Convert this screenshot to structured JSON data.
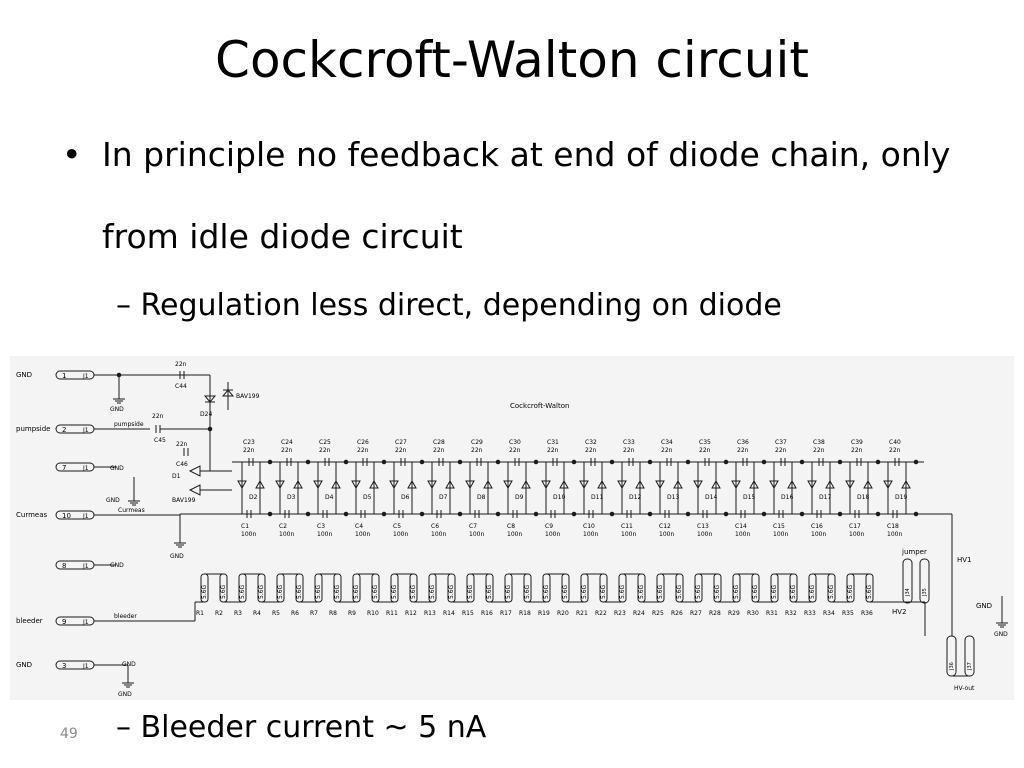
{
  "slide": {
    "title": "Cockcroft-Walton circuit",
    "bullet_marker": "•",
    "bullet": "In principle no feedback at end of diode chain, only from idle diode circuit",
    "sub_items": [
      "– Regulation less direct, depending on diode",
      "– Bleeder current ~ 5 nA"
    ],
    "page_number": "49"
  },
  "schematic": {
    "sheet_title": "Cockcroft-Walton",
    "connector_labels": [
      "GND",
      "pumpside",
      "",
      "Curmeas",
      "",
      "bleeder",
      "GND"
    ],
    "connector_pins": [
      "1",
      "2",
      "7",
      "10",
      "8",
      "9",
      "3"
    ],
    "connector_ref": "J1",
    "net_labels": {
      "gnd": "GND",
      "pumpside": "pumpside",
      "curmeas": "Curmeas",
      "bleeder": "bleeder",
      "hv1": "HV1",
      "hv2": "HV2",
      "hvout": "HV-out",
      "jumper": "jumper"
    },
    "input_parts": {
      "c44_value": "22n",
      "c44_ref": "C44",
      "c45_value": "22n",
      "c45_ref": "C45",
      "c46_value": "22n",
      "c46_ref": "C46",
      "d1_ref": "D1",
      "d24_ref": "D24",
      "diode_type": "BAV199"
    },
    "top_caps": [
      "C23",
      "C24",
      "C25",
      "C26",
      "C27",
      "C28",
      "C29",
      "C30",
      "C31",
      "C32",
      "C33",
      "C34",
      "C35",
      "C36",
      "C37",
      "C38",
      "C39",
      "C40"
    ],
    "top_cap_value": "22n",
    "diodes": [
      "D2",
      "D3",
      "D4",
      "D5",
      "D6",
      "D7",
      "D8",
      "D9",
      "D10",
      "D11",
      "D12",
      "D13",
      "D14",
      "D15",
      "D16",
      "D17",
      "D18",
      "D19"
    ],
    "bottom_caps": [
      "C1",
      "C2",
      "C3",
      "C4",
      "C5",
      "C6",
      "C7",
      "C8",
      "C9",
      "C10",
      "C11",
      "C12",
      "C13",
      "C14",
      "C15",
      "C16",
      "C17",
      "C18"
    ],
    "bottom_cap_value": "100n",
    "resistors": [
      "R1",
      "R2",
      "R3",
      "R4",
      "R5",
      "R6",
      "R7",
      "R8",
      "R9",
      "R10",
      "R11",
      "R12",
      "R13",
      "R14",
      "R15",
      "R16",
      "R17",
      "R18",
      "R19",
      "R20",
      "R21",
      "R22",
      "R23",
      "R24",
      "R25",
      "R26",
      "R27",
      "R28",
      "R29",
      "R30",
      "R31",
      "R32",
      "R33",
      "R34",
      "R35",
      "R36"
    ],
    "resistor_value": "5.6G",
    "jumper_refs": [
      "J34",
      "J35",
      "J36",
      "J37"
    ]
  },
  "colors": {
    "text": "#000000",
    "schematic_bg": "#f4f4f4",
    "wire": "#1a1a1a",
    "page_number": "#8a8a8a"
  }
}
